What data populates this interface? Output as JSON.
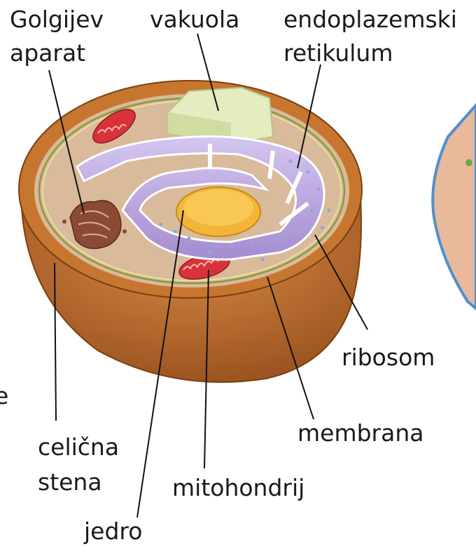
{
  "labels": {
    "golgi_line1": "Golgijev",
    "golgi_line2": "aparat",
    "vacuole": "vakuola",
    "er_line1": "endoplazemski",
    "er_line2": "retikulum",
    "ribosome": "ribosom",
    "membrane": "membrana",
    "cell_wall_line1": "celična",
    "cell_wall_line2": "stena",
    "mitochondrion": "mitohondrij",
    "nucleus": "jedro",
    "left_edge_fragment": "e"
  },
  "colors": {
    "cell_wall": "#b86a2c",
    "cytoplasm": "#d9ba9b",
    "membrane_line": "#8a9a3a",
    "er": "#b8a2dc",
    "nucleus": "#f2b53a",
    "vacuole": "#e4ecc0",
    "mitochondrion": "#d8323a",
    "golgi": "#8b4a33",
    "neighbor_cell": "#4f8fd1"
  }
}
